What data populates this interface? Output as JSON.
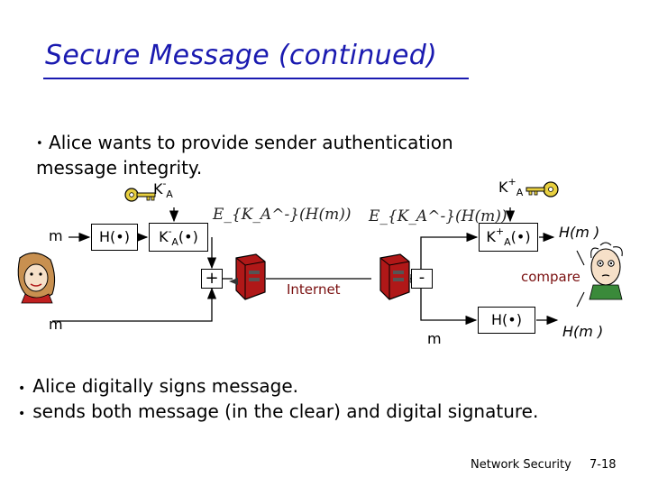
{
  "title": "Secure Message (continued)",
  "intro": {
    "bullet": "•",
    "line1": "Alice wants to provide sender authentication",
    "line2": "message integrity."
  },
  "diagram": {
    "key_private": {
      "base": "K",
      "sup": "-",
      "sub": "A"
    },
    "key_public": {
      "base": "K",
      "sup": "+",
      "sub": "A"
    },
    "m_top": "m",
    "m_bottom": "m",
    "m_receiver": "m",
    "hash_box": "H(•)",
    "sign_box": {
      "base": "K",
      "sup": "-",
      "sub": "A",
      "arg": "(•)"
    },
    "verify_box": {
      "base": "K",
      "sup": "+",
      "sub": "A",
      "arg": "(•)"
    },
    "hash_box_receiver": "H(•)",
    "formula_sign": "E_{K_A^-}(H(m))",
    "formula_verify": "E_{K_A^-}(H(m))",
    "plus": "+",
    "minus": "-",
    "internet": "Internet",
    "compare": "compare",
    "hm_top": "H(m )",
    "hm_bottom": "H(m )"
  },
  "bullets": [
    {
      "bullet": "•",
      "text": "Alice digitally signs message."
    },
    {
      "bullet": "•",
      "text": "sends both message (in the clear) and digital signature."
    }
  ],
  "footer": {
    "section": "Network Security",
    "page": "7-18"
  },
  "colors": {
    "title": "#1a1ab0",
    "router": "#b01818",
    "key": "#e8d040",
    "accent_text": "#7a1010"
  }
}
